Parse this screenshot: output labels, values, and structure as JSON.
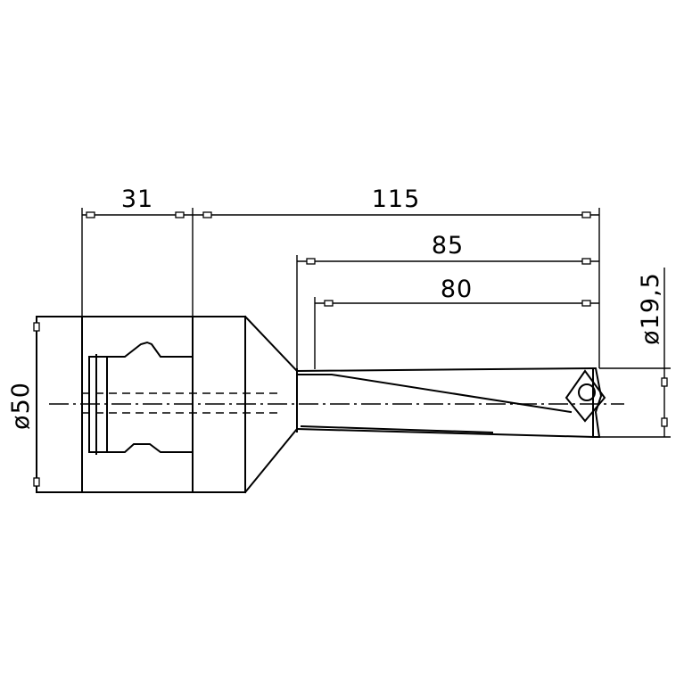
{
  "dimensions": {
    "shank_length": "31",
    "overall_length": "115",
    "flute_length": "85",
    "cutting_length": "80",
    "shank_diameter": "ø50",
    "drill_diameter": "ø19,5"
  }
}
